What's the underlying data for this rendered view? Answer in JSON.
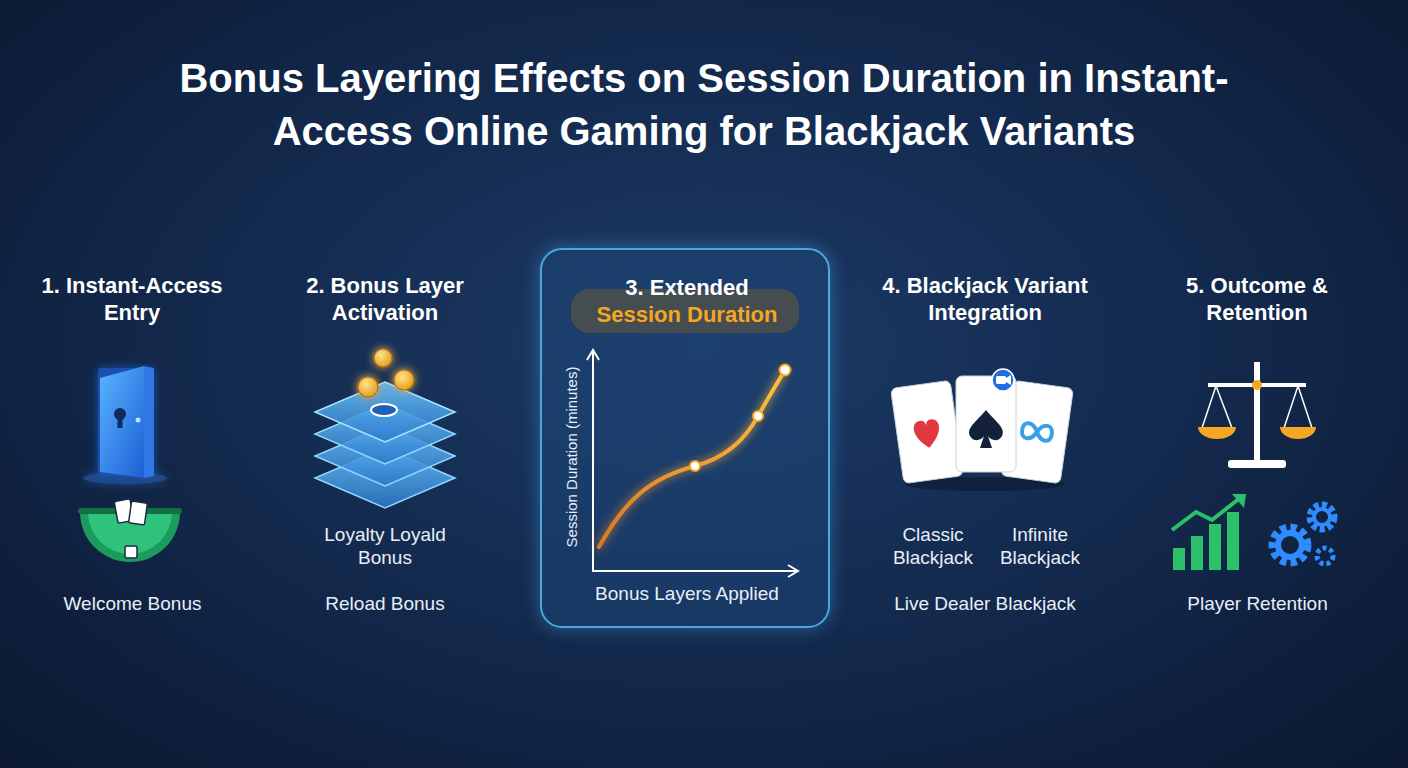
{
  "diagram": {
    "title": "Bonus Layering Effects on Session Duration in Instant-Access Online Gaming for Blackjack Variants",
    "nodes": [
      {
        "text": [
          "1. Instant-Access Entry",
          "Welcome Bonus"
        ]
      },
      {
        "text": [
          "2. Bonus Layer Activation",
          "Loyalty Loyald Bonus",
          "Reload Bonus"
        ]
      },
      {
        "text": [
          "3. Extended Session Duration",
          "Session Duration (minutes)",
          "Bonus Layers Applied"
        ]
      },
      {
        "text": [
          "4. Blackjack Variant Integration",
          "Classic Blackjack",
          "Infinite Blackjack",
          "Live Dealer Blackjack"
        ]
      },
      {
        "text": [
          "5. Outcome & Retention",
          "Player Retention"
        ]
      }
    ],
    "edges": [
      {
        "from": 0,
        "to": 1,
        "arrow": "to"
      },
      {
        "from": 1,
        "to": 2,
        "arrow": "to"
      },
      {
        "from": 2,
        "to": 3,
        "arrow": "to"
      },
      {
        "from": 3,
        "to": 4,
        "arrow": "to"
      }
    ]
  }
}
